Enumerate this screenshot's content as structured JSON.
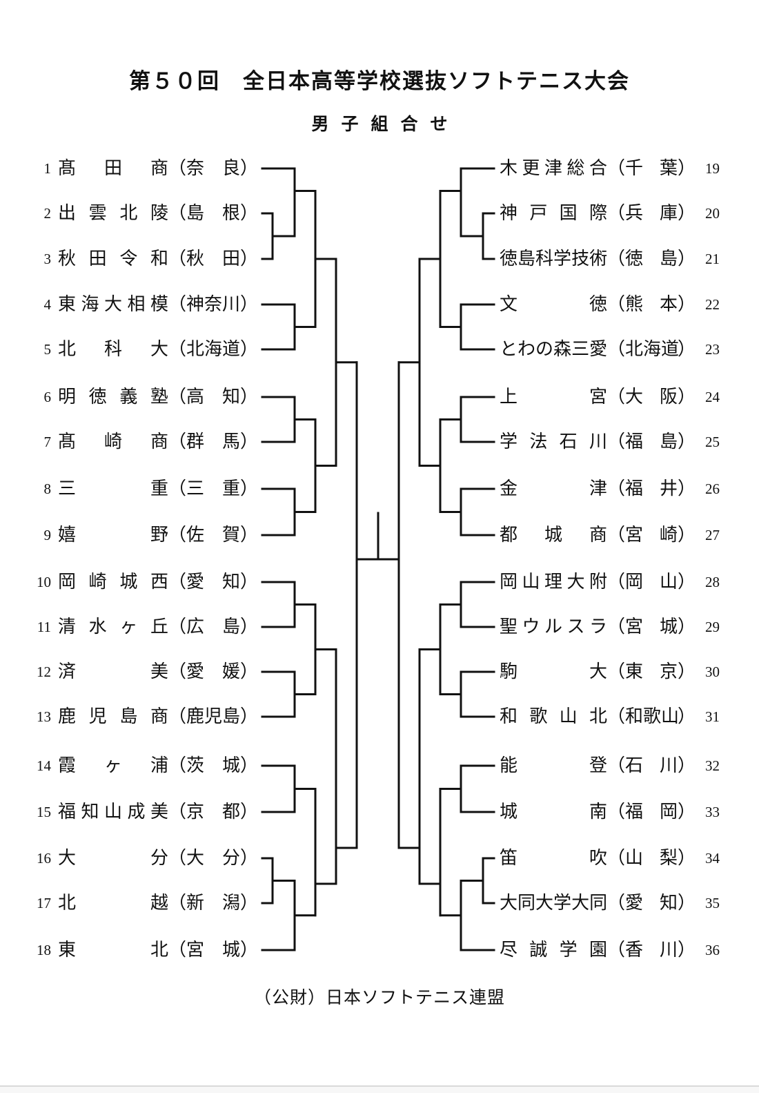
{
  "page": {
    "title": "第５０回　全日本高等学校選抜ソフトテニス大会",
    "subtitle": "男子組合せ",
    "footer": "（公財）日本ソフトテニス連盟"
  },
  "punct": {
    "open": "（",
    "close": "）"
  },
  "colors": {
    "ink": "#111111",
    "page_bg": "#ffffff"
  },
  "entries": {
    "left": [
      {
        "seed": "1",
        "name": "髙田商",
        "pref": "奈良"
      },
      {
        "seed": "2",
        "name": "出雲北陵",
        "pref": "島根"
      },
      {
        "seed": "3",
        "name": "秋田令和",
        "pref": "秋田"
      },
      {
        "seed": "4",
        "name": "東海大相模",
        "pref": "神奈川"
      },
      {
        "seed": "5",
        "name": "北科大",
        "pref": "北海道"
      },
      {
        "seed": "6",
        "name": "明徳義塾",
        "pref": "高知"
      },
      {
        "seed": "7",
        "name": "髙崎商",
        "pref": "群馬"
      },
      {
        "seed": "8",
        "name": "三重",
        "pref": "三重"
      },
      {
        "seed": "9",
        "name": "嬉野",
        "pref": "佐賀"
      },
      {
        "seed": "10",
        "name": "岡崎城西",
        "pref": "愛知"
      },
      {
        "seed": "11",
        "name": "清水ヶ丘",
        "pref": "広島"
      },
      {
        "seed": "12",
        "name": "済美",
        "pref": "愛媛"
      },
      {
        "seed": "13",
        "name": "鹿児島商",
        "pref": "鹿児島"
      },
      {
        "seed": "14",
        "name": "霞ヶ浦",
        "pref": "茨城"
      },
      {
        "seed": "15",
        "name": "福知山成美",
        "pref": "京都"
      },
      {
        "seed": "16",
        "name": "大分",
        "pref": "大分"
      },
      {
        "seed": "17",
        "name": "北越",
        "pref": "新潟"
      },
      {
        "seed": "18",
        "name": "東北",
        "pref": "宮城"
      }
    ],
    "right": [
      {
        "seed": "19",
        "name": "木更津総合",
        "pref": "千葉"
      },
      {
        "seed": "20",
        "name": "神戸国際",
        "pref": "兵庫"
      },
      {
        "seed": "21",
        "name": "徳島科学技術",
        "pref": "徳島"
      },
      {
        "seed": "22",
        "name": "文徳",
        "pref": "熊本"
      },
      {
        "seed": "23",
        "name": "とわの森三愛",
        "pref": "北海道"
      },
      {
        "seed": "24",
        "name": "上宮",
        "pref": "大阪"
      },
      {
        "seed": "25",
        "name": "学法石川",
        "pref": "福島"
      },
      {
        "seed": "26",
        "name": "金津",
        "pref": "福井"
      },
      {
        "seed": "27",
        "name": "都城商",
        "pref": "宮崎"
      },
      {
        "seed": "28",
        "name": "岡山理大附",
        "pref": "岡山"
      },
      {
        "seed": "29",
        "name": "聖ウルスラ",
        "pref": "宮城"
      },
      {
        "seed": "30",
        "name": "駒大",
        "pref": "東京"
      },
      {
        "seed": "31",
        "name": "和歌山北",
        "pref": "和歌山"
      },
      {
        "seed": "32",
        "name": "能登",
        "pref": "石川"
      },
      {
        "seed": "33",
        "name": "城南",
        "pref": "福岡"
      },
      {
        "seed": "34",
        "name": "笛吹",
        "pref": "山梨"
      },
      {
        "seed": "35",
        "name": "大同大学大同",
        "pref": "愛知"
      },
      {
        "seed": "36",
        "name": "尽誠学園",
        "pref": "香川"
      }
    ]
  },
  "bracket": {
    "left_top": [
      [
        [
          0,
          [
            1,
            2
          ]
        ],
        [
          3,
          4
        ]
      ],
      [
        [
          5,
          6
        ],
        [
          7,
          8
        ]
      ]
    ],
    "left_bottom": [
      [
        [
          9,
          10
        ],
        [
          11,
          12
        ]
      ],
      [
        [
          13,
          14
        ],
        [
          [
            15,
            16
          ],
          17
        ]
      ]
    ],
    "right_top": [
      [
        [
          18,
          [
            19,
            20
          ]
        ],
        [
          21,
          22
        ]
      ],
      [
        [
          23,
          24
        ],
        [
          25,
          26
        ]
      ]
    ],
    "right_bottom": [
      [
        [
          27,
          28
        ],
        [
          29,
          30
        ]
      ],
      [
        [
          31,
          32
        ],
        [
          [
            33,
            34
          ],
          35
        ]
      ]
    ]
  }
}
